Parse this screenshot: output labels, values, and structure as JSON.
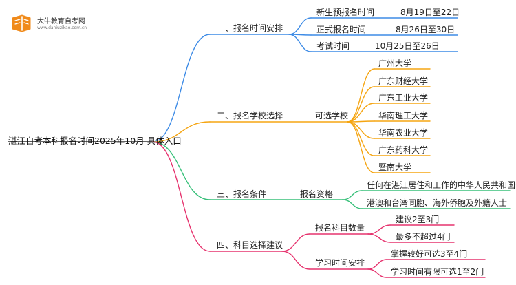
{
  "logo": {
    "name": "大牛教育自考网",
    "url_text": "www.daniuzikao.com.cn"
  },
  "root": "湛江自考本科报名时间2025年10月 具体入口",
  "colors": {
    "blue": "#3d8be6",
    "orange": "#f5a512",
    "green": "#38c07a",
    "pink": "#e6336e",
    "logo_orange": "#f08a1a"
  },
  "branches": [
    {
      "label": "一、报名时间安排",
      "items": [
        {
          "label": "新生预报名时间",
          "value": "8月19日至22日"
        },
        {
          "label": "正式报名时间",
          "value": "8月26日至30日"
        },
        {
          "label": "考试时间",
          "value": "10月25日至26日"
        }
      ]
    },
    {
      "label": "二、报名学校选择",
      "sub": "可选学校",
      "schools": [
        "广州大学",
        "广东财经大学",
        "广东工业大学",
        "华南理工大学",
        "华南农业大学",
        "广东药科大学",
        "暨南大学"
      ]
    },
    {
      "label": "三、报名条件",
      "sub": "报名资格",
      "conditions": [
        "任何在湛江居住和工作的中华人民共和国公民",
        "港澳和台湾同胞、海外侨胞及外籍人士"
      ]
    },
    {
      "label": "四、科目选择建议",
      "groups": [
        {
          "label": "报名科目数量",
          "items": [
            "建议2至3门",
            "最多不超过4门"
          ]
        },
        {
          "label": "学习时间安排",
          "items": [
            "掌握较好可选3至4门",
            "学习时间有限可选1至2门"
          ]
        }
      ]
    }
  ]
}
